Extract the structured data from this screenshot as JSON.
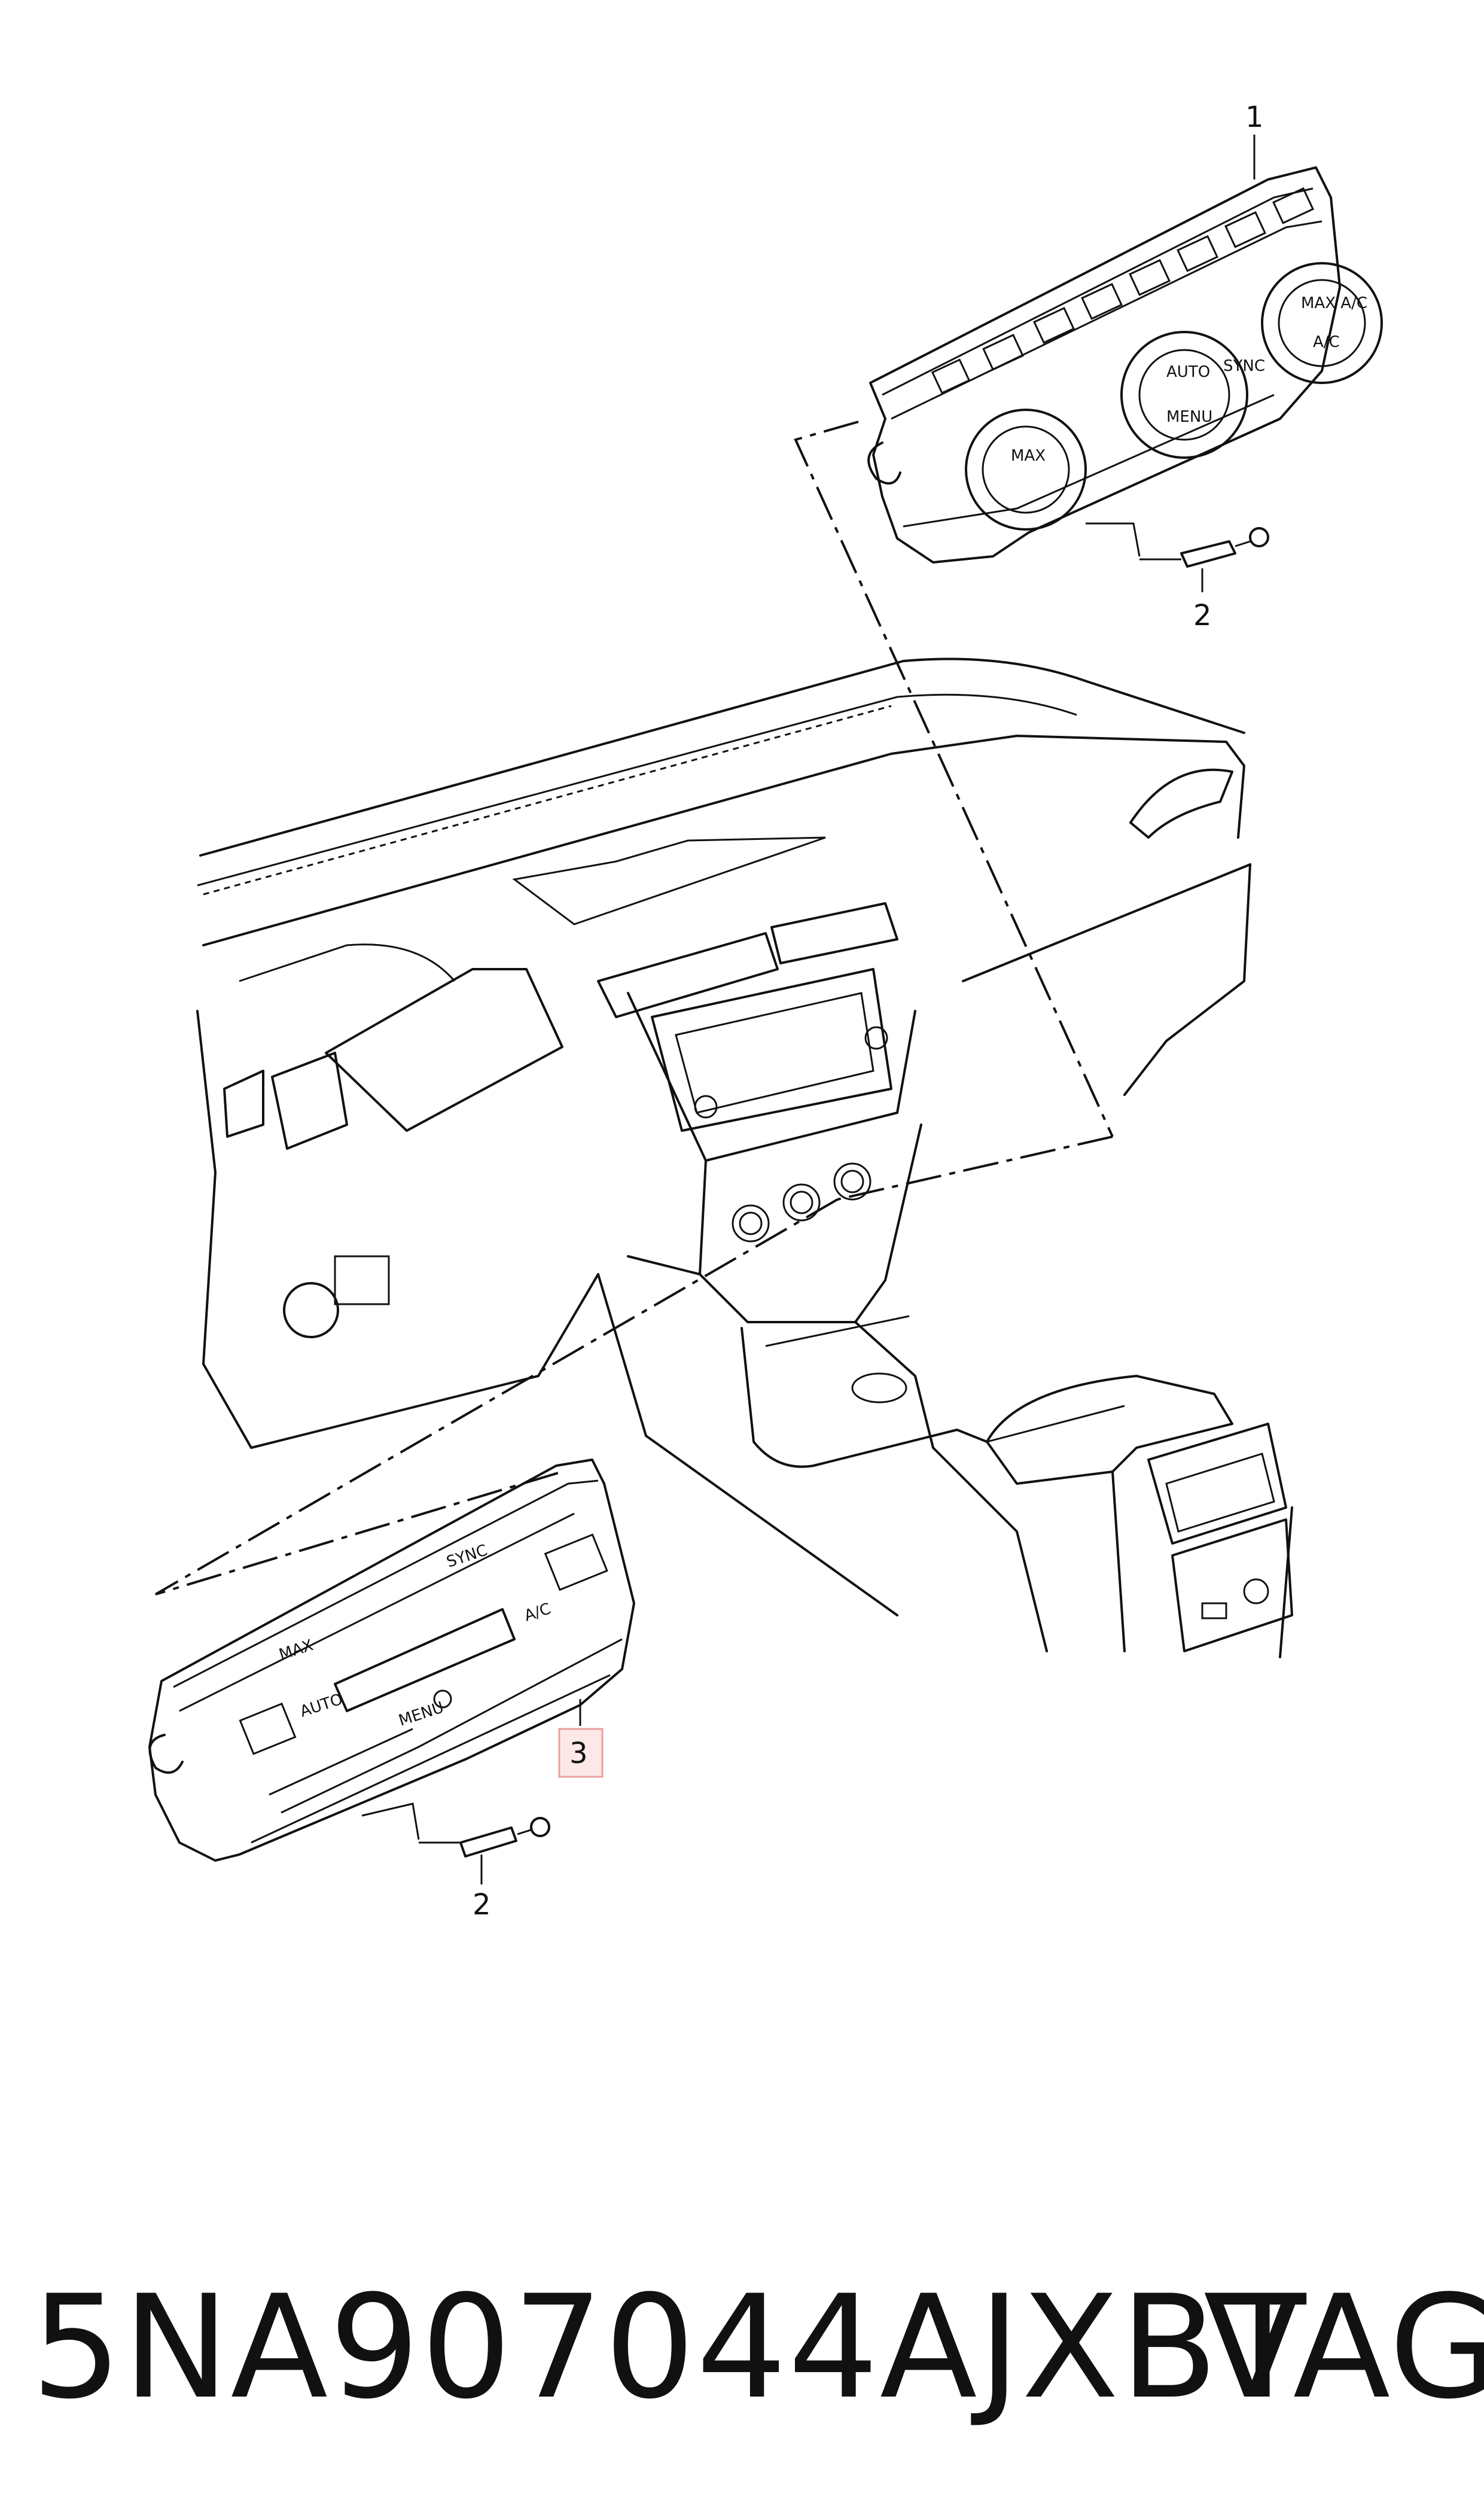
{
  "callouts": {
    "part1": "1",
    "part2_top": "2",
    "part2_bottom": "2",
    "part3": "3"
  },
  "controls_top": {
    "auto": "AUTO",
    "menu": "MENU",
    "sync": "SYNC",
    "max_ac": "MAX A/C",
    "ac": "A/C",
    "max": "MAX"
  },
  "controls_bottom": {
    "auto": "AUTO",
    "menu": "MENU",
    "sync": "SYNC",
    "ac": "A/C",
    "max": "MAX"
  },
  "footer": {
    "part_number": "5NA907044AJXBT",
    "vendor": "VAG"
  },
  "colors": {
    "line": "#111111",
    "highlight_box": "#e8a0a0",
    "highlight_fill": "#fde8e8"
  }
}
